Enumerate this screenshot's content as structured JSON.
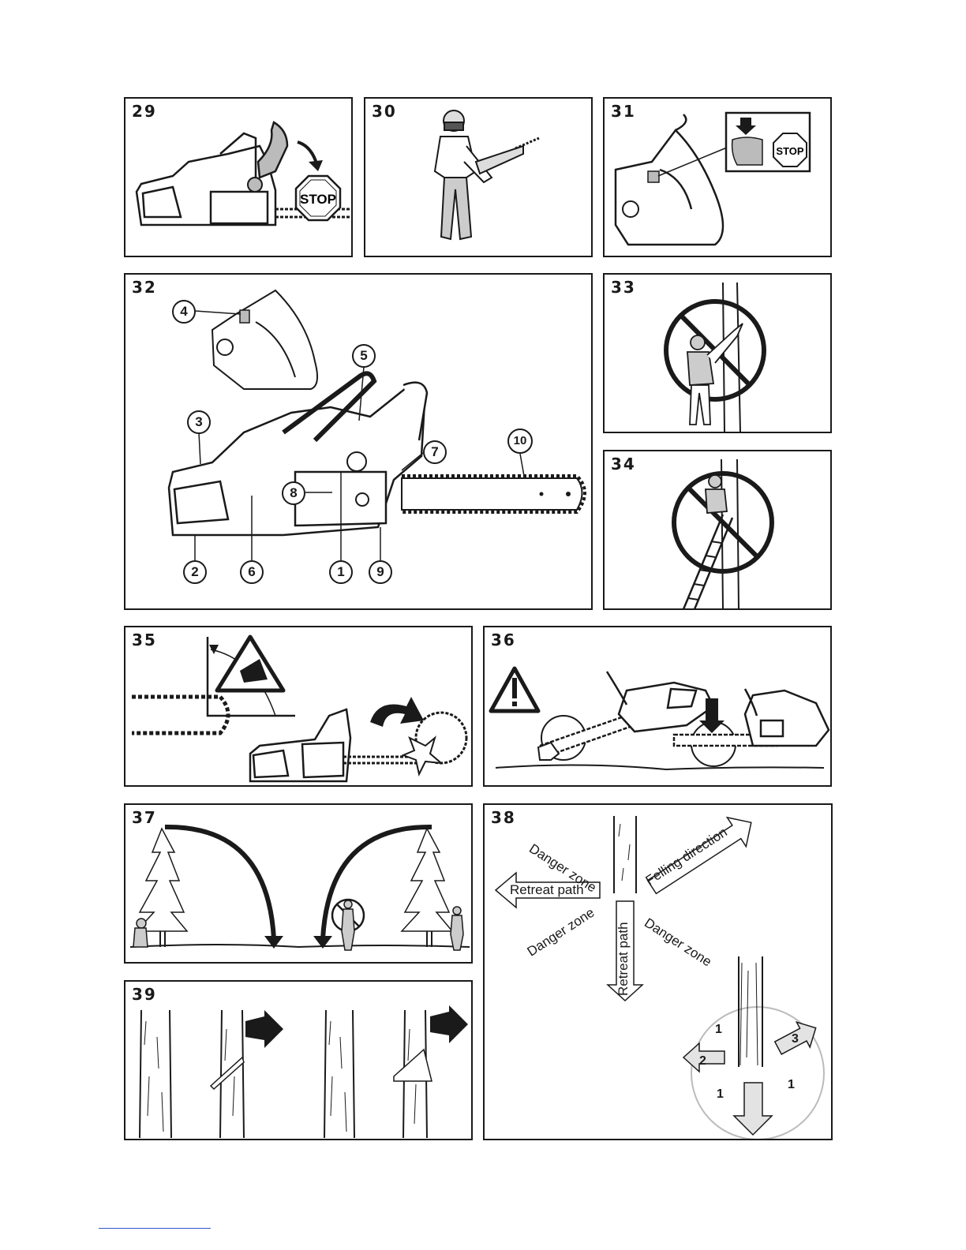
{
  "panels": {
    "p29": {
      "number": "29",
      "stop": "STOP"
    },
    "p30": {
      "number": "30"
    },
    "p31": {
      "number": "31",
      "stop": "STOP"
    },
    "p32": {
      "number": "32",
      "callouts": [
        "1",
        "2",
        "3",
        "4",
        "5",
        "6",
        "7",
        "8",
        "9",
        "10"
      ]
    },
    "p33": {
      "number": "33"
    },
    "p34": {
      "number": "34"
    },
    "p35": {
      "number": "35"
    },
    "p36": {
      "number": "36"
    },
    "p37": {
      "number": "37"
    },
    "p38": {
      "number": "38",
      "danger_zone_1": "Danger zone",
      "danger_zone_2": "Danger zone",
      "danger_zone_3": "Danger zone",
      "retreat_path_left": "Retreat path",
      "retreat_path_down": "Retreat path",
      "felling_direction": "Felling direction",
      "zone_nums": [
        "1",
        "1",
        "1",
        "2",
        "3"
      ]
    },
    "p39": {
      "number": "39"
    }
  },
  "colors": {
    "ink": "#1a1a1a",
    "grey_fill": "#d4d4d4",
    "light_grey": "#e8e8e8"
  }
}
